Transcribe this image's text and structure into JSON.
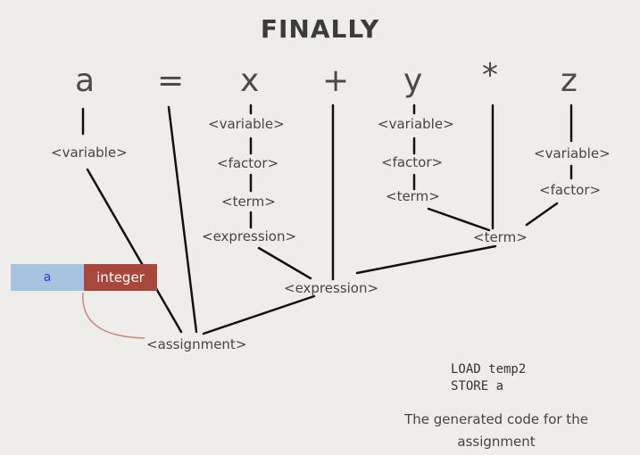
{
  "title": "FINALLY",
  "tokens": {
    "t1": "a",
    "t2": "=",
    "t3": "x",
    "t4": "+",
    "t5": "y",
    "t6": "*",
    "t7": "z"
  },
  "nodes": {
    "variable": "<variable>",
    "factor": "<factor>",
    "term": "<term>",
    "expression": "<expression>",
    "assignment": "<assignment>"
  },
  "symbol_table": {
    "name": "a",
    "type": "integer"
  },
  "code": {
    "line1": "LOAD temp2",
    "line2": "STORE a"
  },
  "caption": {
    "line1": "The generated code for the",
    "line2": "assignment"
  },
  "colors": {
    "background": "#efedea",
    "symbol_name_bg": "#a8c3df",
    "symbol_type_bg": "#a9473c",
    "link_curve": "#c98a7e"
  }
}
